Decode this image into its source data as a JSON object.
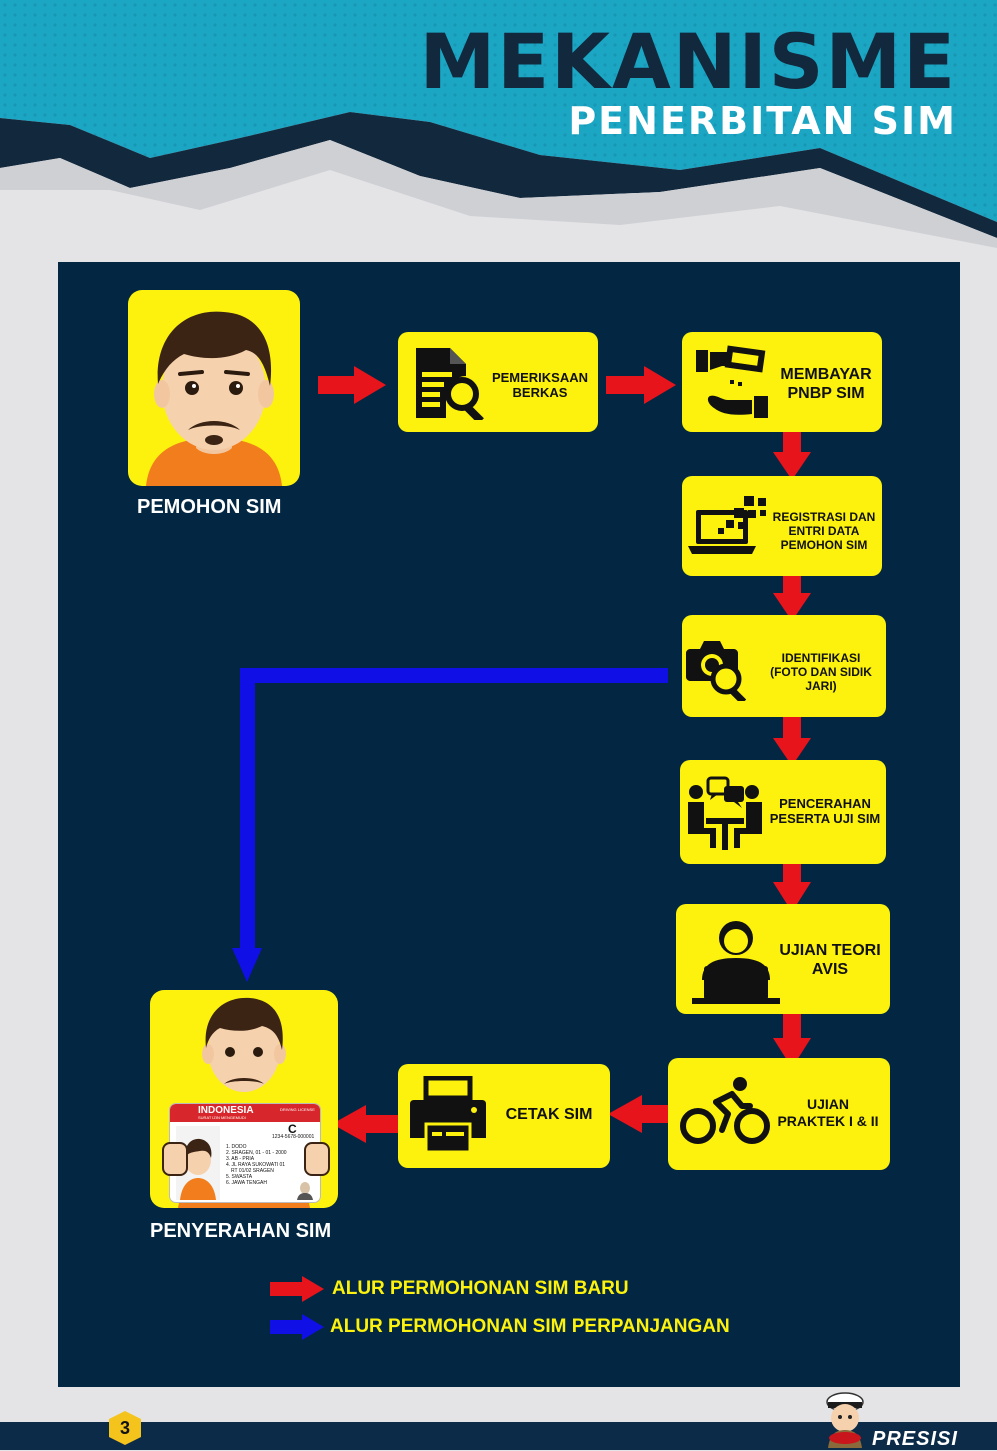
{
  "header": {
    "title": "MEKANISME",
    "subtitle": "PENERBITAN SIM"
  },
  "steps": {
    "applicant": "PEMOHON SIM",
    "document_check": "PEMERIKSAAN\nBERKAS",
    "payment": "MEMBAYAR\nPNBP SIM",
    "registration": "REGISTRASI DAN\nENTRI DATA\nPEMOHON SIM",
    "identification": "IDENTIFIKASI\n(FOTO DAN SIDIK JARI)",
    "briefing": "PENCERAHAN\nPESERTA UJI SIM",
    "theory_test": "UJIAN TEORI\nAVIS",
    "practical_test": "UJIAN\nPRAKTEK I & II",
    "print": "CETAK SIM",
    "handover": "PENYERAHAN SIM"
  },
  "license_card": {
    "country": "INDONESIA",
    "card_name": "SURAT IZIN MENGEMUDI",
    "card_name_en": "DRIVING LICENSE",
    "class": "C",
    "number": "1234-5678-000001",
    "line1": "1. DODO",
    "line2": "2. SRAGEN, 01 - 01 - 2000",
    "line3": "3. AB - PRIA",
    "line4": "4. JL RAYA SUKOWATI 01",
    "line4b": "RT 01/02 SRAGEN",
    "line5": "5. SWASTA",
    "line6": "6. JAWA TENGAH"
  },
  "legend": {
    "new_application": "ALUR PERMOHONAN SIM BARU",
    "renewal": "ALUR PERMOHONAN SIM PERPANJANGAN"
  },
  "footer": {
    "page_number": "3",
    "brand": "PRESISI"
  },
  "colors": {
    "panel": "#032742",
    "step_box": "#fcf20d",
    "new_flow_arrow": "#e8141c",
    "renewal_flow_arrow": "#1010e6",
    "header_teal": "#1a9fbd"
  },
  "icons": [
    "applicant-avatar",
    "document-search-icon",
    "cash-payment-icon",
    "laptop-data-icon",
    "camera-search-icon",
    "meeting-icon",
    "computer-user-icon",
    "cyclist-icon",
    "printer-icon",
    "license-handover-avatar"
  ]
}
